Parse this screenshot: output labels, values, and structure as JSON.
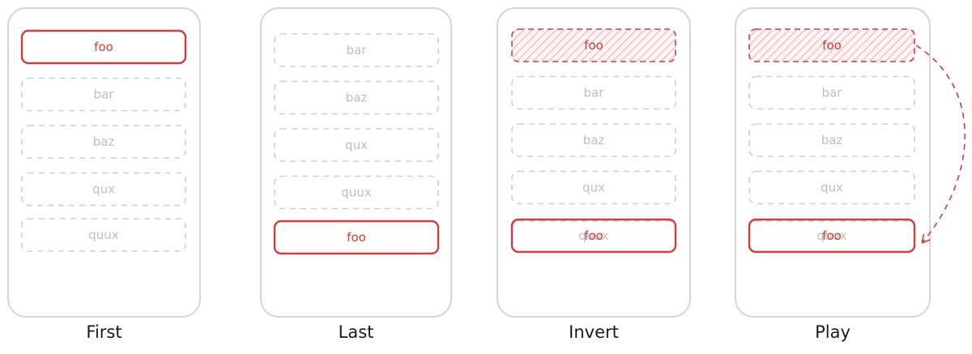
{
  "colors": {
    "accent": "#d63b3b",
    "hatch": "#f3b5b5",
    "muted_stroke": "#cfcfcf",
    "muted_text": "#bfbfbf",
    "phone_stroke": "#d6d6d6",
    "caption": "#1a1a1a"
  },
  "panels": [
    {
      "caption": "First",
      "slots": [
        {
          "label": "foo",
          "style": "active"
        },
        {
          "label": "bar",
          "style": "muted"
        },
        {
          "label": "baz",
          "style": "muted"
        },
        {
          "label": "qux",
          "style": "muted"
        },
        {
          "label": "quux",
          "style": "muted"
        }
      ]
    },
    {
      "caption": "Last",
      "slots": [
        {
          "label": "bar",
          "style": "muted"
        },
        {
          "label": "baz",
          "style": "muted"
        },
        {
          "label": "qux",
          "style": "muted"
        },
        {
          "label": "quux",
          "style": "muted"
        },
        {
          "label": "foo",
          "style": "active"
        }
      ]
    },
    {
      "caption": "Invert",
      "slots": [
        {
          "label": "foo",
          "style": "ghost"
        },
        {
          "label": "bar",
          "style": "muted"
        },
        {
          "label": "baz",
          "style": "muted"
        },
        {
          "label": "qux",
          "style": "muted"
        },
        {
          "label": "foo",
          "style": "active",
          "underlay": "quux"
        }
      ]
    },
    {
      "caption": "Play",
      "arrow": true,
      "slots": [
        {
          "label": "foo",
          "style": "ghost"
        },
        {
          "label": "bar",
          "style": "muted"
        },
        {
          "label": "baz",
          "style": "muted"
        },
        {
          "label": "qux",
          "style": "muted"
        },
        {
          "label": "foo",
          "style": "active",
          "underlay": "quux"
        }
      ]
    }
  ]
}
